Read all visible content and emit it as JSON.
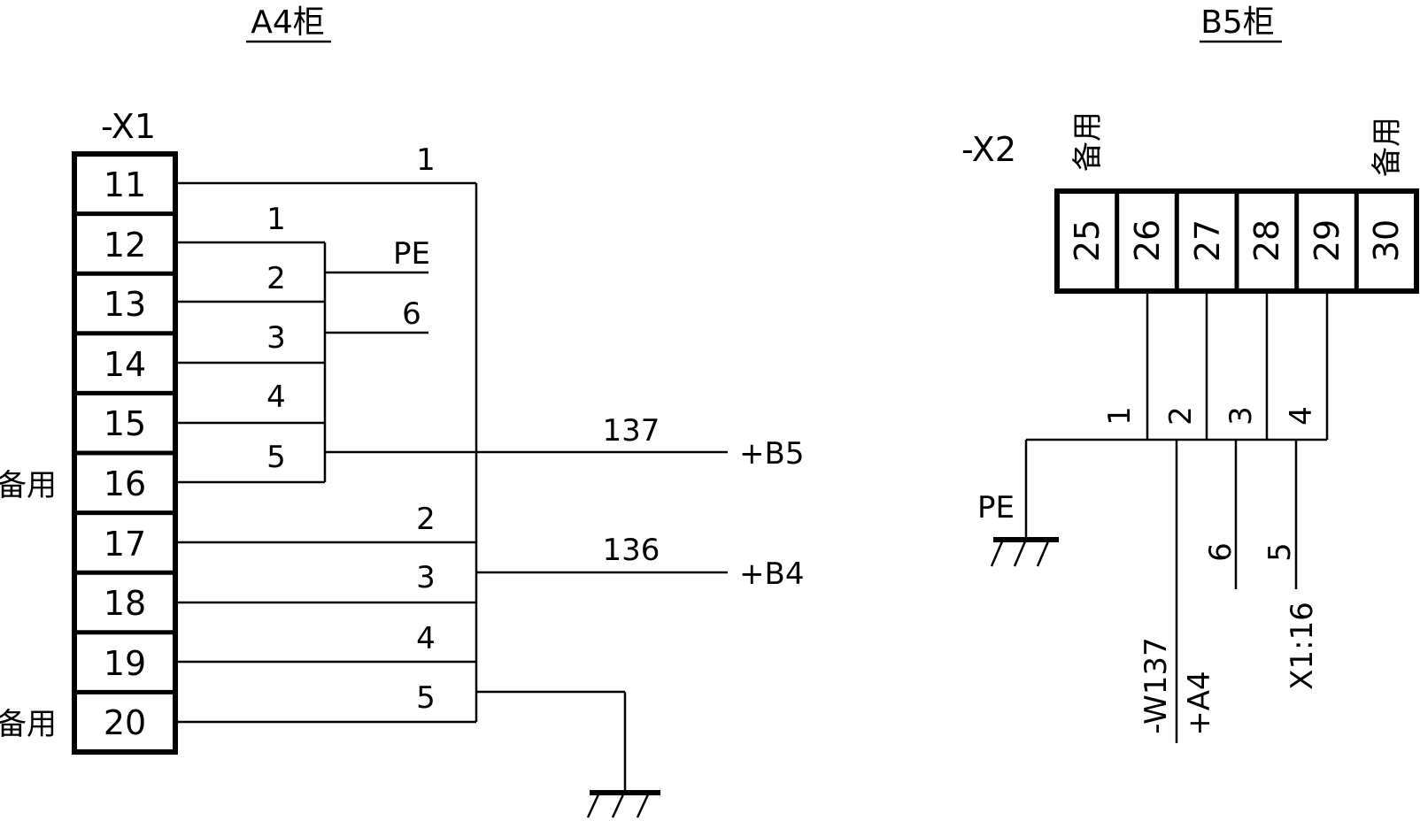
{
  "cabinet_a4": {
    "title": "A4柜",
    "strip_label": "-X1",
    "terminals": [
      "11",
      "12",
      "13",
      "14",
      "15",
      "16",
      "17",
      "18",
      "19",
      "20"
    ],
    "spare_labels": [
      "备用",
      "备用"
    ],
    "bus_wire_labels": [
      "1",
      "2",
      "3",
      "4",
      "5"
    ],
    "group_wire_labels": [
      "1",
      "2",
      "3",
      "4",
      "5"
    ],
    "pe_label": "PE",
    "label_6": "6",
    "cable_137": "137",
    "cable_136": "136",
    "dest_b5": "+B5",
    "dest_b4": "+B4"
  },
  "cabinet_b5": {
    "title": "B5柜",
    "strip_label": "-X2",
    "terminals": [
      "25",
      "26",
      "27",
      "28",
      "29",
      "30"
    ],
    "spare_labels": [
      "备用",
      "备用"
    ],
    "wire_labels": [
      "1",
      "2",
      "3",
      "4"
    ],
    "pe_label": "PE",
    "label_6": "6",
    "label_5": "5",
    "ref_cable": "-W137",
    "ref_cabinet": "+A4",
    "ref_terminal": "X1:16"
  },
  "colors": {
    "line": "#000000",
    "background": "#ffffff"
  }
}
